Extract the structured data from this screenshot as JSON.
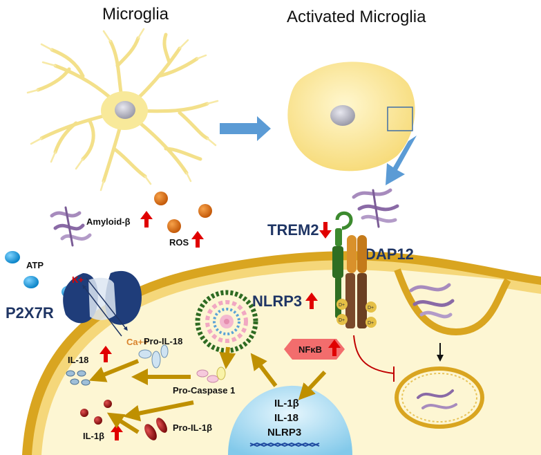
{
  "titles": {
    "left": "Microglia",
    "right": "Activated Microglia"
  },
  "labels": {
    "amyloid": "Amyloid-β",
    "ros": "ROS",
    "atp": "ATP",
    "kplus": "K+",
    "p2x7r": "P2X7R",
    "ca": "Ca++",
    "trem2": "TREM2",
    "dap12": "DAP12",
    "nlrp3": "NLRP3",
    "nfkb": "NFκB",
    "pro_il18": "Pro-IL-18",
    "il18": "IL-18",
    "pro_caspase1": "Pro-Caspase 1",
    "il1b": "IL-1β",
    "pro_il1b": "Pro-IL-1β",
    "dplus": "D+"
  },
  "nucleus_lines": [
    "IL-1β",
    "IL-18",
    "NLRP3"
  ],
  "colors": {
    "arrow_blue": "#5b9bd5",
    "gold_arrow": "#bf9000",
    "up_red": "#e00000",
    "cell_fill": "#fdf6d3",
    "membrane": "#d4a017",
    "nucleus": "#9dd6f0",
    "nfkb": "#f26d6d",
    "title_blue": "#1f3564"
  }
}
